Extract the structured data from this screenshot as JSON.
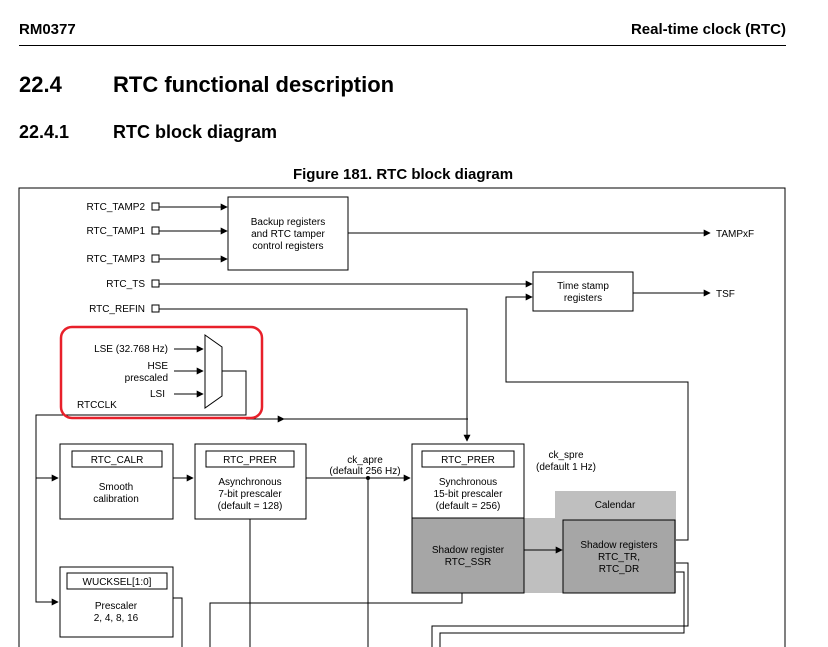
{
  "header": {
    "doc_id": "RM0377",
    "section_title": "Real-time clock (RTC)"
  },
  "section": {
    "number": "22.4",
    "title": "RTC functional description"
  },
  "subsection": {
    "number": "22.4.1",
    "title": "RTC block diagram"
  },
  "figure": {
    "caption": "Figure 181. RTC block diagram"
  },
  "diagram": {
    "inputs": {
      "tamp2": "RTC_TAMP2",
      "tamp1": "RTC_TAMP1",
      "tamp3": "RTC_TAMP3",
      "ts": "RTC_TS",
      "refin": "RTC_REFIN"
    },
    "outputs": {
      "tampxf": "TAMPxF",
      "tsf": "TSF"
    },
    "backup": {
      "line1": "Backup registers",
      "line2": "and RTC tamper",
      "line3": "control registers"
    },
    "timestamp": {
      "line1": "Time stamp",
      "line2": "registers"
    },
    "mux": {
      "lse": "LSE (32.768 Hz)",
      "hse1": "HSE",
      "hse2": "prescaled",
      "lsi": "LSI",
      "rtcclk": "RTCCLK"
    },
    "calr": {
      "title": "RTC_CALR",
      "line1": "Smooth",
      "line2": "calibration"
    },
    "prer_async": {
      "title": "RTC_PRER",
      "line1": "Asynchronous",
      "line2": "7-bit prescaler",
      "line3": "(default = 128)"
    },
    "ck_apre": {
      "line1": "ck_apre",
      "line2": "(default 256 Hz)"
    },
    "prer_sync": {
      "title": "RTC_PRER",
      "line1": "Synchronous",
      "line2": "15-bit prescaler",
      "line3": "(default = 256)"
    },
    "ck_spre": {
      "line1": "ck_spre",
      "line2": "(default 1 Hz)"
    },
    "calendar": "Calendar",
    "shadow_ssr": {
      "line1": "Shadow register",
      "line2": "RTC_SSR"
    },
    "shadow_regs": {
      "line1": "Shadow registers",
      "line2": "RTC_TR,",
      "line3": "RTC_DR"
    },
    "wucksel": {
      "title": "WUCKSEL[1:0]",
      "line1": "Prescaler",
      "line2": "2, 4, 8, 16"
    }
  }
}
